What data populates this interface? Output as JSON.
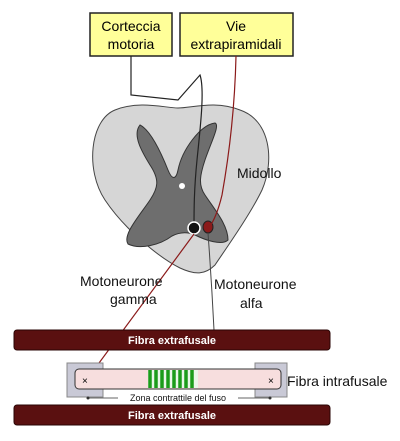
{
  "boxes": {
    "cortex": {
      "line1": "Corteccia",
      "line2": "motoria"
    },
    "extrapyramidal": {
      "line1": "Vie",
      "line2": "extrapiramidali"
    }
  },
  "labels": {
    "spinal_cord": "Midollo",
    "gamma": {
      "line1": "Motoneurone",
      "line2": "gamma"
    },
    "alpha": {
      "line1": "Motoneurone",
      "line2": "alfa"
    },
    "intrafusal": "Fibra intrafusale",
    "contractile_zone": "Zona contrattile del fuso"
  },
  "bars": {
    "top": "Fibra extrafusale",
    "bottom": "Fibra extrafusale"
  },
  "colors": {
    "box_fill": "#ffff99",
    "cord_white": "#d6d6d6",
    "cord_grey": "#6e6e6e",
    "fiber_bar": "#5a1010",
    "pathway_red": "#8b1a1a",
    "spindle_fill": "#f7dede",
    "coil_green": "#1a9c1a"
  }
}
